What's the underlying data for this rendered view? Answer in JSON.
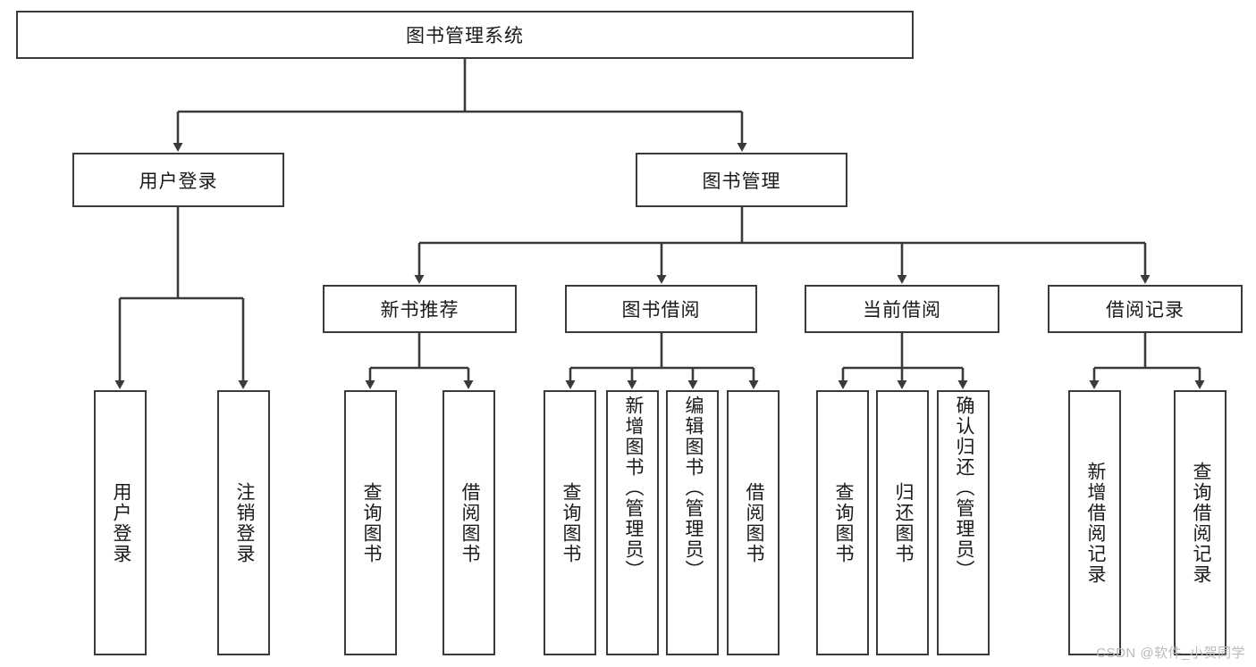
{
  "diagram": {
    "title": "图书管理系统",
    "watermark": "CSDN @软件_小贺同学",
    "line_color": "#3a3a3a",
    "text_color": "#1a1a1a",
    "background": "#ffffff"
  },
  "root": {
    "label": "图书管理系统"
  },
  "level2": [
    {
      "label": "用户登录"
    },
    {
      "label": "图书管理"
    }
  ],
  "level3": [
    {
      "label": "新书推荐"
    },
    {
      "label": "图书借阅"
    },
    {
      "label": "当前借阅"
    },
    {
      "label": "借阅记录"
    }
  ],
  "leaves": {
    "user_login": [
      {
        "label": "用户登录"
      },
      {
        "label": "注销登录"
      }
    ],
    "new_book": [
      {
        "label": "查询图书"
      },
      {
        "label": "借阅图书"
      }
    ],
    "borrow": [
      {
        "label": "查询图书"
      },
      {
        "label": "新增图书（管理员）"
      },
      {
        "label": "编辑图书（管理员）"
      },
      {
        "label": "借阅图书"
      }
    ],
    "current": [
      {
        "label": "查询图书"
      },
      {
        "label": "归还图书"
      },
      {
        "label": "确认归还（管理员）"
      }
    ],
    "records": [
      {
        "label": "新增借阅记录"
      },
      {
        "label": "查询借阅记录"
      }
    ]
  }
}
